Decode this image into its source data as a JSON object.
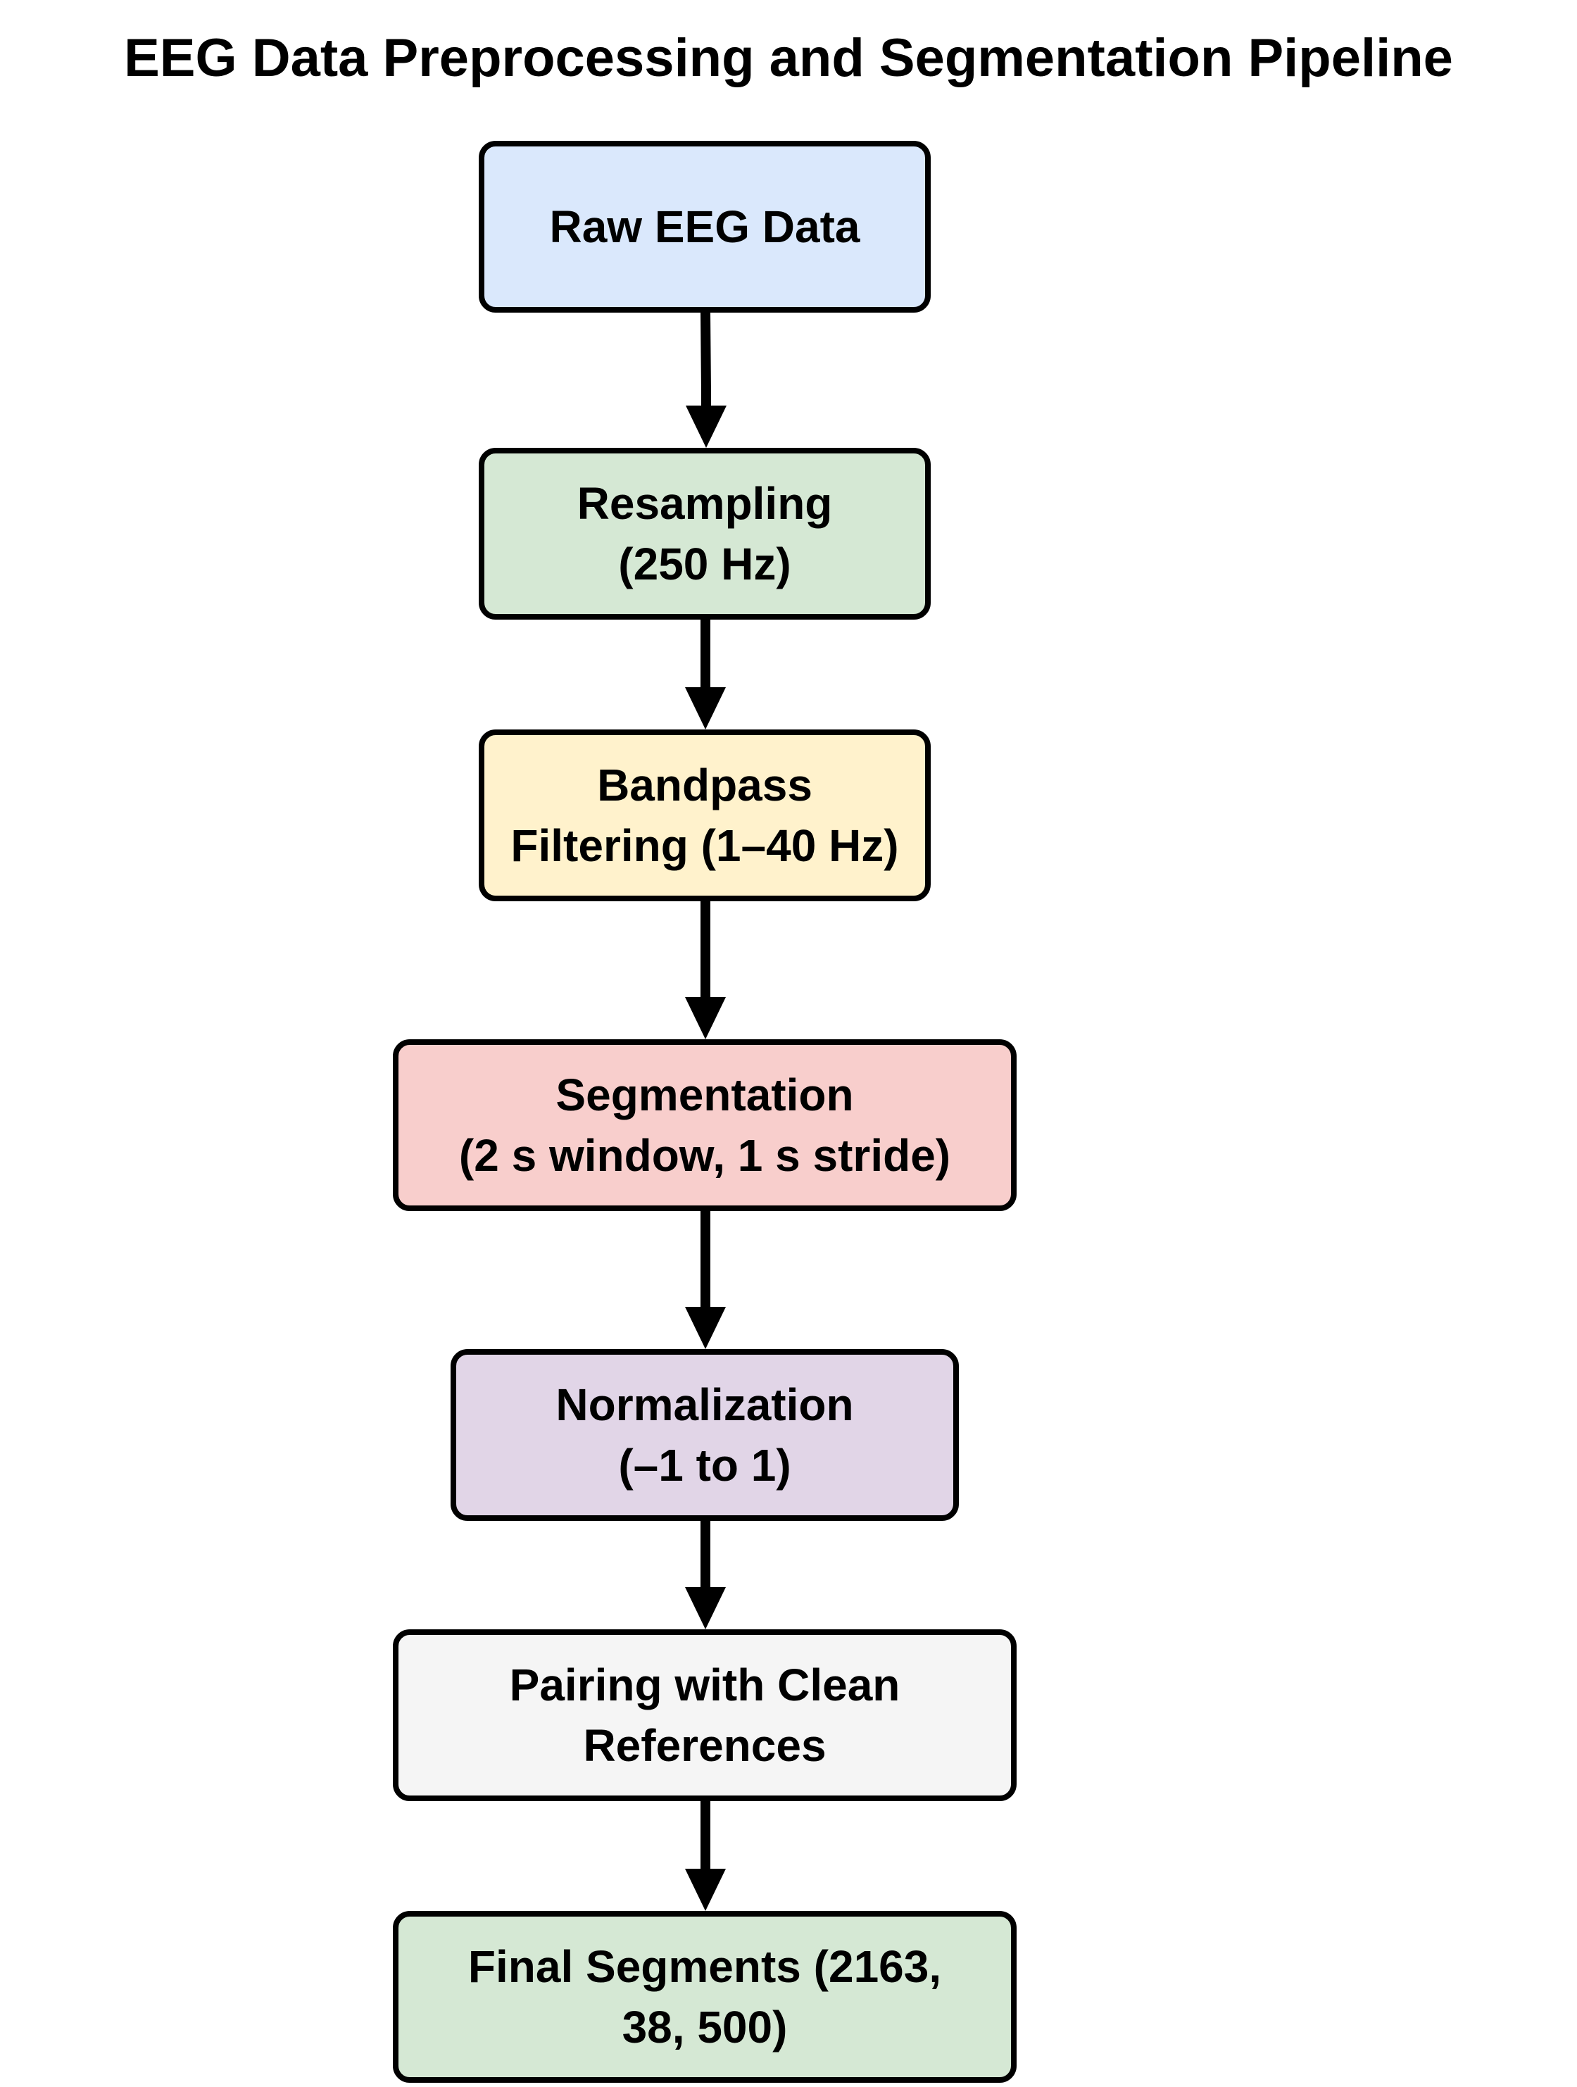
{
  "title": "EEG Data Preprocessing and Segmentation Pipeline",
  "colors": {
    "border": "#000000",
    "arrow": "#000000",
    "raw_fill": "#dae8fc",
    "resampling_fill": "#d5e8d4",
    "bandpass_fill": "#fff2cc",
    "segmentation_fill": "#f8cecc",
    "normalization_fill": "#e1d5e7",
    "pairing_fill": "#f5f5f5",
    "final_fill": "#d5e8d4"
  },
  "steps": [
    {
      "id": "raw",
      "lines": [
        "Raw EEG Data"
      ]
    },
    {
      "id": "resampling",
      "lines": [
        "Resampling",
        "(250 Hz)"
      ]
    },
    {
      "id": "bandpass",
      "lines": [
        "Bandpass",
        "Filtering (1–40 Hz)"
      ]
    },
    {
      "id": "segmentation",
      "lines": [
        "Segmentation",
        "(2 s window, 1 s stride)"
      ]
    },
    {
      "id": "normalization",
      "lines": [
        "Normalization",
        "(–1 to 1)"
      ]
    },
    {
      "id": "pairing",
      "lines": [
        "Pairing with Clean",
        "References"
      ]
    },
    {
      "id": "final",
      "lines": [
        "Final Segments (2163,",
        "38, 500)"
      ]
    }
  ],
  "edges": [
    {
      "from": "raw",
      "to": "resampling"
    },
    {
      "from": "resampling",
      "to": "bandpass"
    },
    {
      "from": "bandpass",
      "to": "segmentation"
    },
    {
      "from": "segmentation",
      "to": "normalization"
    },
    {
      "from": "normalization",
      "to": "pairing"
    },
    {
      "from": "pairing",
      "to": "final"
    }
  ]
}
